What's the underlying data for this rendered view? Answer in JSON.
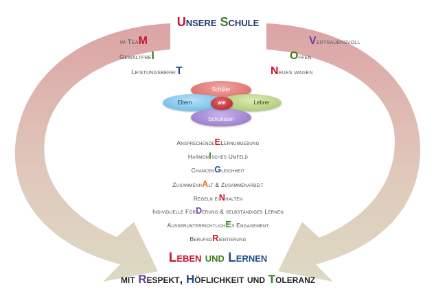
{
  "title": {
    "parts": [
      {
        "cap": "U",
        "rest": "nsere ",
        "cap_color": "#c8102e",
        "rest_color": "#1f3a6e"
      },
      {
        "cap": "S",
        "rest": "chule",
        "cap_color": "#3a7d1e",
        "rest_color": "#1f3a6e"
      }
    ]
  },
  "left_values": [
    {
      "text": "im Tea",
      "letter": "M",
      "letter_color": "#c8102e"
    },
    {
      "text": "Gewaltfre",
      "letter": "I",
      "letter_color": "#3a7d1e"
    },
    {
      "text": "Leistungsberei",
      "letter": "T",
      "letter_color": "#1f4e8c"
    }
  ],
  "right_values": [
    {
      "letter": "V",
      "text": "ertrauensvoll",
      "letter_color": "#6b3fa0"
    },
    {
      "letter": "O",
      "text": "ffen",
      "letter_color": "#3a7d1e"
    },
    {
      "letter": "N",
      "text": "eues wagen",
      "letter_color": "#c8102e"
    }
  ],
  "flower": {
    "top": "Schüler",
    "left": "Eltern",
    "right": "Lehrer",
    "bottom": "Schulteam",
    "center": "WIR",
    "colors": {
      "top": "#d9605f",
      "left": "#55aee0",
      "right": "#9cbf5a",
      "bottom": "#8c6cc2",
      "center": "#b5161e"
    }
  },
  "miteinander": [
    {
      "before": "Ansprechende",
      "letter": "E",
      "after": "Lernumgebung",
      "color": "#c8102e"
    },
    {
      "before": "Harmon",
      "letter": "I",
      "after": "sches Umfeld",
      "color": "#3a7d1e"
    },
    {
      "before": "Chancen",
      "letter": "G",
      "after": "leichheit",
      "color": "#1f4e8c"
    },
    {
      "before": "Zusammenh",
      "letter": "A",
      "after": "lt & Zusammenarbeit",
      "color": "#e07a10"
    },
    {
      "before": "Regeln ei",
      "letter": "N",
      "after": "halten",
      "color": "#c8102e"
    },
    {
      "before": "Individuelle För",
      "letter": "D",
      "after": "erung & selbständiges Lernen",
      "color": "#6b3fa0"
    },
    {
      "before": "Ausserunterrichtlich",
      "letter": "E",
      "after": "s Engagement",
      "color": "#3a7d1e"
    },
    {
      "before": "Berufso",
      "letter": "R",
      "after": "ientierung",
      "color": "#c8102e"
    }
  ],
  "slogan1": [
    {
      "cap": "L",
      "rest": "eben ",
      "cap_color": "#c8102e",
      "rest_color": "#c8102e"
    },
    {
      "cap": "",
      "rest": "und ",
      "cap_color": "#3a7d1e",
      "rest_color": "#3a7d1e"
    },
    {
      "cap": "L",
      "rest": "ernen",
      "cap_color": "#1f4e8c",
      "rest_color": "#1f4e8c"
    }
  ],
  "slogan2": [
    {
      "cap": "",
      "rest": "mit ",
      "cap_color": "#222222",
      "rest_color": "#222222"
    },
    {
      "cap": "R",
      "rest": "espekt, ",
      "cap_color": "#6b3fa0",
      "rest_color": "#222222"
    },
    {
      "cap": "H",
      "rest": "öflichkeit ",
      "cap_color": "#1f4e8c",
      "rest_color": "#222222"
    },
    {
      "cap": "",
      "rest": "und ",
      "cap_color": "#222222",
      "rest_color": "#222222"
    },
    {
      "cap": "T",
      "rest": "oleranz",
      "cap_color": "#3a7d1e",
      "rest_color": "#222222"
    }
  ]
}
